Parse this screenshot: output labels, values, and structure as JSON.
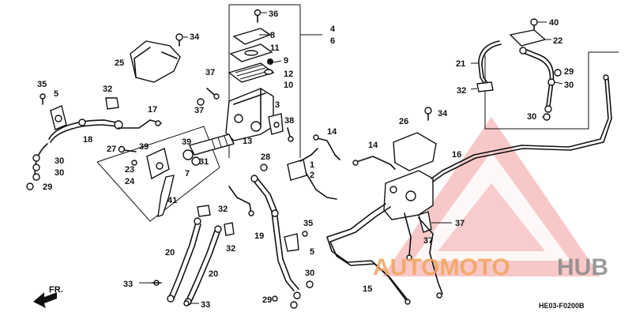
{
  "diagram": {
    "part_numbers": {
      "p1": "1",
      "p2": "2",
      "p3": "3",
      "p4": "4",
      "p5": "5",
      "p6": "6",
      "p7": "7",
      "p8": "8",
      "p9": "9",
      "p10": "10",
      "p11": "11",
      "p12": "12",
      "p13": "13",
      "p14": "14",
      "p15": "15",
      "p16": "16",
      "p17": "17",
      "p18": "18",
      "p19": "19",
      "p20": "20",
      "p21": "21",
      "p22": "22",
      "p23": "23",
      "p24": "24",
      "p25": "25",
      "p26": "26",
      "p27": "27",
      "p28": "28",
      "p29": "29",
      "p30": "30",
      "p31": "31",
      "p32": "32",
      "p33": "33",
      "p34": "34",
      "p35": "35",
      "p36": "36",
      "p37": "37",
      "p38": "38",
      "p39": "39",
      "p40": "40",
      "p41": "41"
    },
    "direction_label": "FR.",
    "drawing_code": "HE03-F0200B"
  },
  "watermark": {
    "word_accent": "AUTOMOTO",
    "word_dark": "HUB",
    "accent_color": "#f0a35a",
    "logo_color": "#e84a4a"
  }
}
